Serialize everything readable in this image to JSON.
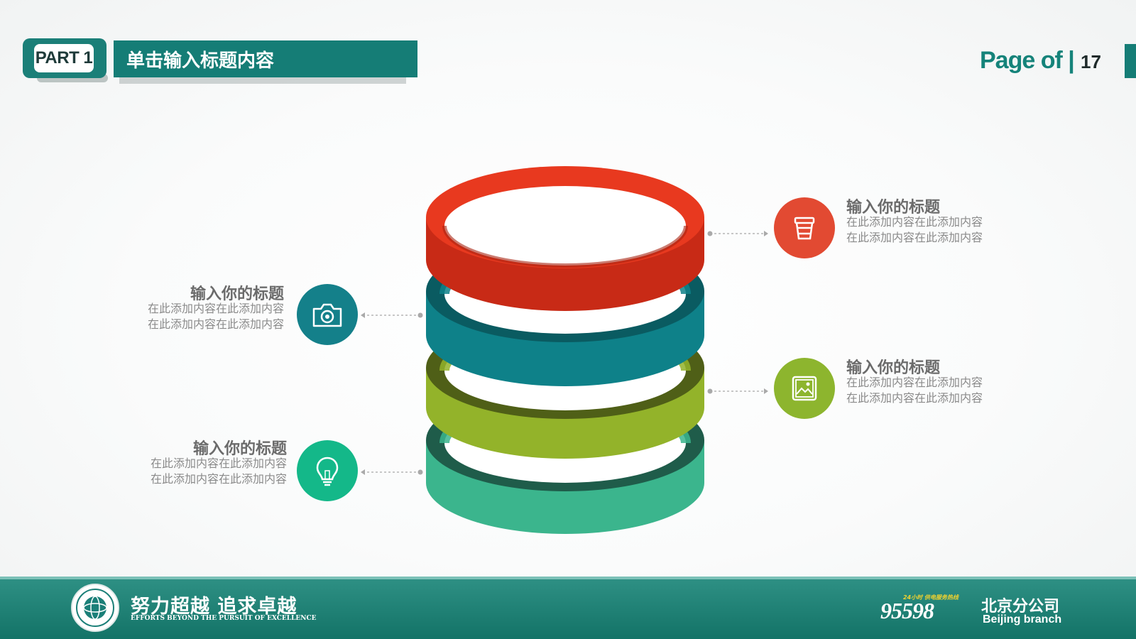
{
  "header": {
    "part_label": "PART 1",
    "title": "单击输入标题内容",
    "page_of": "Page of |",
    "page_number": "17"
  },
  "items": [
    {
      "title": "输入你的标题",
      "desc": "在此添加内容在此添加内容\n在此添加内容在此添加内容",
      "icon": "cup-icon",
      "color": "#e24a32"
    },
    {
      "title": "输入你的标题",
      "desc": "在此添加内容在此添加内容\n在此添加内容在此添加内容",
      "icon": "camera-icon",
      "color": "#14808a"
    },
    {
      "title": "输入你的标题",
      "desc": "在此添加内容在此添加内容\n在此添加内容在此添加内容",
      "icon": "picture-icon",
      "color": "#8db52e"
    },
    {
      "title": "输入你的标题",
      "desc": "在此添加内容在此添加内容\n在此添加内容在此添加内容",
      "icon": "lightbulb-icon",
      "color": "#14b889"
    }
  ],
  "rings": {
    "colors": [
      "#dd3420",
      "#0e8189",
      "#93b32a",
      "#3bb58d"
    ]
  },
  "footer": {
    "slogan_cn": "努力超越 追求卓越",
    "slogan_en": "EFFORTS BEYOND THE PURSUIT OF EXCELLENCE",
    "hotline_small": "24小时 供电服务热线",
    "hotline": "95598",
    "branch_cn": "北京分公司",
    "branch_en": "Beijing branch"
  }
}
